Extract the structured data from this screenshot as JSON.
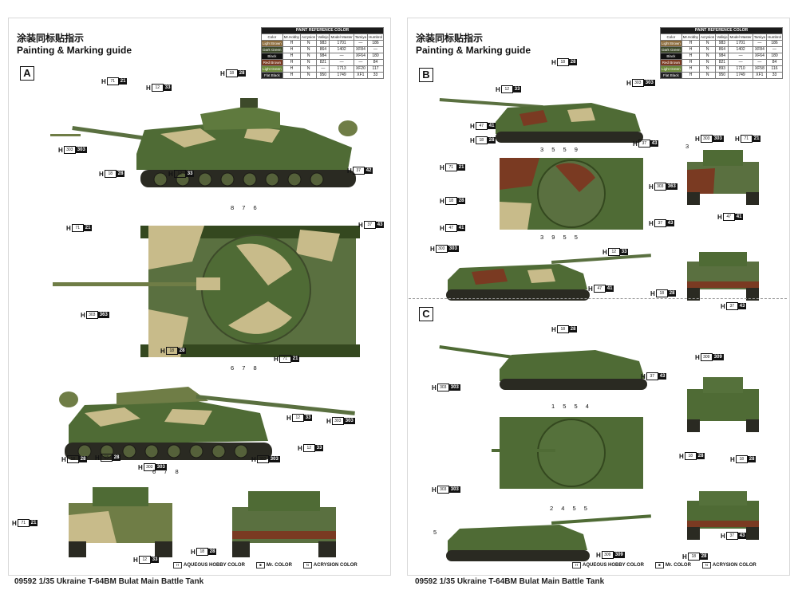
{
  "pages": {
    "left": {
      "title_cn": "涂装同标贴指示",
      "title_en": "Painting & Marking guide",
      "section": "A",
      "footer_code": "09592",
      "footer_text": "1/35 Ukraine T-64BM Bulat Main Battle Tank",
      "part_numbers_top": "8 7 6",
      "part_numbers_bottom": "6 7 8",
      "part_numbers_side": "6 7 8"
    },
    "right": {
      "title_cn": "涂装同标贴指示",
      "title_en": "Painting & Marking guide",
      "section_b": "B",
      "section_c": "C",
      "footer_code": "09592",
      "footer_text": "1/35 Ukraine T-64BM Bulat Main Battle Tank",
      "b_numbers_side": "3 5 5 9",
      "b_numbers_top": "3 9 5 5",
      "b_number_front": "3",
      "c_numbers_side": "1 5 5 4",
      "c_numbers_top": "2 4 5 5",
      "c_number_side2": "5"
    }
  },
  "paint_table": {
    "header": "PAINT REFERENCE COLOR",
    "columns": [
      "Color",
      "Mr.Hobby",
      "Acrysion",
      "Vallejo",
      "Model Master",
      "Tamiya",
      "Humbrol"
    ],
    "rows": [
      {
        "name": "Light Brown",
        "swatch": "#8a6a3a",
        "hobby": "H",
        "acrysion": "N",
        "vallejo": "983",
        "master": "1701",
        "tamiya": "—",
        "humbrol": "186"
      },
      {
        "name": "Dark Green",
        "swatch": "#3d4a2a",
        "hobby": "H",
        "acrysion": "N",
        "vallejo": "864",
        "master": "1402",
        "tamiya": "XF84",
        "humbrol": "—"
      },
      {
        "name": "Black",
        "swatch": "#111111",
        "hobby": "H",
        "acrysion": "N",
        "vallejo": "984",
        "master": "—",
        "tamiya": "XF64",
        "humbrol": "180"
      },
      {
        "name": "Red Brown",
        "swatch": "#7a3a22",
        "hobby": "H",
        "acrysion": "N",
        "vallejo": "821",
        "master": "—",
        "tamiya": "—",
        "humbrol": "84"
      },
      {
        "name": "Light Green",
        "swatch": "#6c8a3a",
        "hobby": "H",
        "acrysion": "N",
        "vallejo": "—",
        "master": "1713",
        "tamiya": "XF20",
        "humbrol": "117"
      },
      {
        "name": "Flat Black",
        "swatch": "#222222",
        "hobby": "H",
        "acrysion": "N",
        "vallejo": "950",
        "master": "1749",
        "tamiya": "XF1",
        "humbrol": "33"
      }
    ]
  },
  "paint_table_right_rows": [
    {
      "vallejo": "983",
      "master": "1701",
      "tamiya": "—",
      "humbrol": "186"
    },
    {
      "vallejo": "864",
      "master": "1402",
      "tamiya": "XF84",
      "humbrol": "—"
    },
    {
      "vallejo": "984",
      "master": "—",
      "tamiya": "XF64",
      "humbrol": "180"
    },
    {
      "vallejo": "821",
      "master": "—",
      "tamiya": "—",
      "humbrol": "84"
    },
    {
      "vallejo": "893",
      "master": "1710",
      "tamiya": "XF58",
      "humbrol": "116"
    },
    {
      "vallejo": "950",
      "master": "1749",
      "tamiya": "XF1",
      "humbrol": "33"
    }
  ],
  "legend": {
    "hobby_key": "H",
    "hobby": "AQUEOUS HOBBY COLOR",
    "mr_key": "■",
    "mr": "Mr. COLOR",
    "acr_key": "N",
    "acr": "ACRYSION COLOR"
  },
  "callouts": {
    "l_top_a": "18",
    "l_top_a2": "28",
    "l_h21": "21",
    "l_h12": "33",
    "l_h303": "303",
    "l_h18": "28",
    "l_h37": "42",
    "l_h12b": "33",
    "l_h21b": "21",
    "l_h37b": "43",
    "l_h303b": "363",
    "l_h18c": "28",
    "l_h21c": "21",
    "l_h12c": "33",
    "l_h303c": "303",
    "l_h18d": "28",
    "r_h18": "28",
    "r_h12": "33",
    "r_h303": "303",
    "r_h47": "41",
    "r_h18b": "28",
    "r_h37": "43",
    "r_h21": "21",
    "r_h303b": "363",
    "r_h47b": "41",
    "r_h37b": "43",
    "r_c18": "28",
    "r_c303": "303",
    "r_c309": "309",
    "r_c37": "43"
  },
  "colors": {
    "green_main": "#4f6b35",
    "green_dark": "#34481f",
    "sand": "#c8bb8a",
    "olive": "#6f7d46",
    "track": "#2a2a22"
  }
}
